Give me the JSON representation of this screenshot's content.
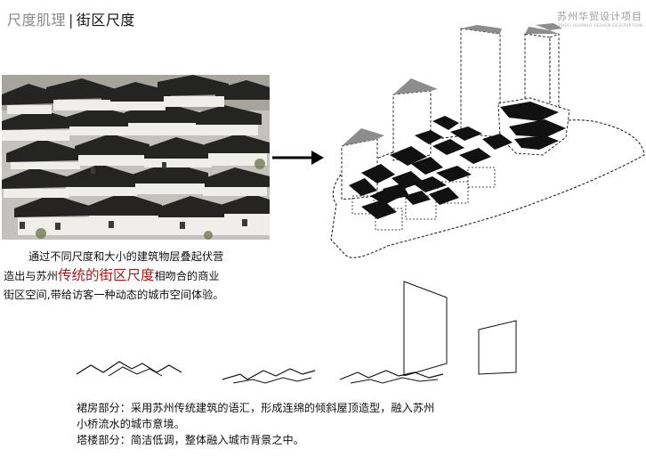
{
  "header": {
    "section": "尺度肌理",
    "separator": "|",
    "topic": "街区尺度",
    "project_cn": "苏州华贸设计项目",
    "project_en": "SUZHOU HUAMAO DESIGN DESCRIPTION"
  },
  "description": {
    "line1": "通过不同尺度和大小的建筑物层叠起伏营",
    "line2_pre": "造出与苏州",
    "line2_highlight": "传统的街区尺度",
    "line2_post": "相吻合的商业",
    "line3": "街区空间,带给访客一种动态的城市空间体验。"
  },
  "notes": {
    "podium_1": "裙房部分：采用苏州传统建筑的语汇，形成连绵的倾斜屋顶造型，融入苏州",
    "podium_2": "小桥流水的城市意境。",
    "tower": "塔楼部分：简洁低调，整体融入城市背景之中。"
  },
  "colors": {
    "highlight": "#b01818",
    "section_gray": "#8a8a8a"
  },
  "icons": {
    "arrow": "right-arrow-icon"
  }
}
